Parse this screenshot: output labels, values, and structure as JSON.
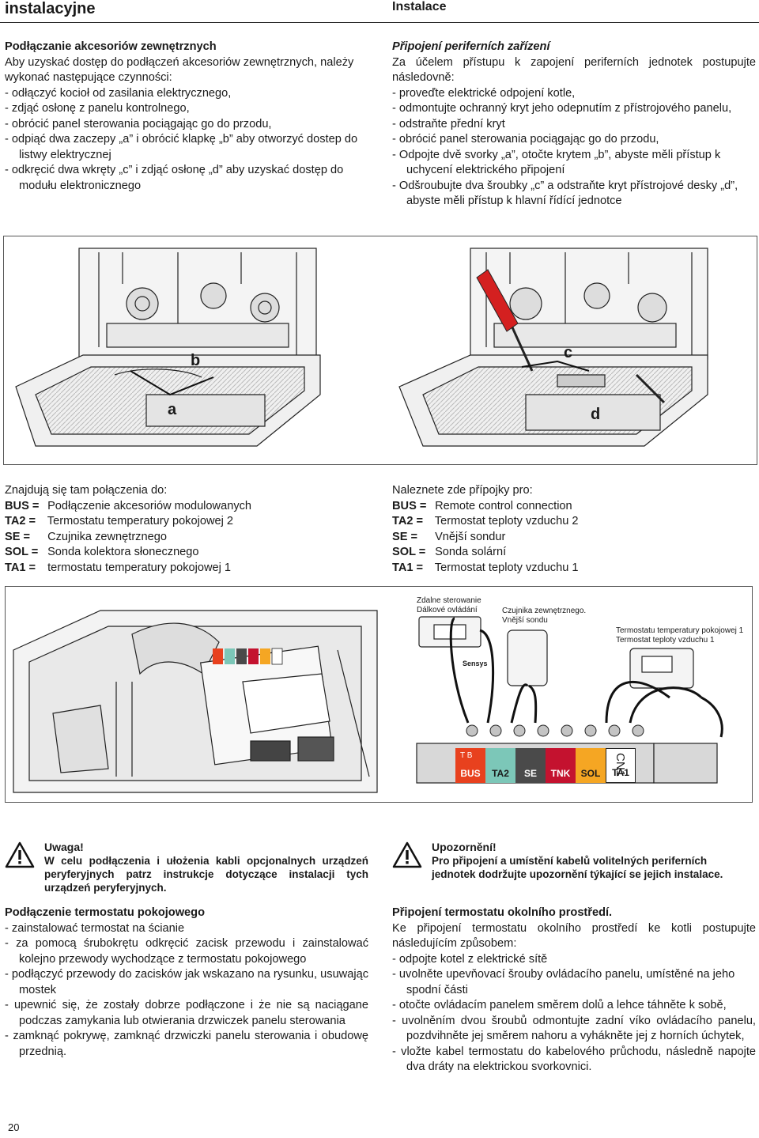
{
  "header": {
    "left": "instalacyjne",
    "right": "Instalace"
  },
  "pl_access": {
    "title": "Podłączanie akcesoriów zewnętrznych",
    "intro": "Aby uzyskać dostęp do podłączeń akcesoriów zewnętrznych, należy wykonać następujące czynności:",
    "steps": [
      "-  odłączyć kocioł od zasilania elektrycznego,",
      "-  zdjąć osłonę z panelu kontrolnego,",
      "-  obrócić panel sterowania pociągając go do przodu,",
      "-  odpiąć dwa zaczepy „a” i obrócić klapkę „b” aby otworzyć dostep do listwy elektrycznej",
      "-  odkręcić dwa wkręty „c” i zdjąć osłonę „d” aby uzyskać dostęp do modułu elektronicznego"
    ]
  },
  "cz_access": {
    "title": "Připojení periferních zařízení",
    "intro": "Za účelem přístupu k zapojení periferních jednotek postupujte následovně:",
    "steps": [
      "-  proveďte elektrické odpojení kotle,",
      "-  odmontujte ochranný kryt jeho odepnutím z přístrojového panelu,",
      "-  odstraňte přední kryt",
      "-  obrócić panel sterowania pociągając go do przodu,",
      "-  Odpojte dvě svorky „a”, otočte krytem „b”, abyste měli přístup k uchycení elektrického připojení",
      "-  Odšroubujte dva šroubky „c” a odstraňte kryt přístrojové desky „d”, abyste měli přístup k hlavní řídící jednotce"
    ]
  },
  "fig1": {
    "label_a": "a",
    "label_b": "b",
    "label_c": "c",
    "label_d": "d"
  },
  "pl_conn": {
    "title": "Znajdują się tam połączenia do:",
    "rows": [
      {
        "k": "BUS =",
        "v": "Podłączenie akcesoriów modulowanych"
      },
      {
        "k": "TA2 =",
        "v": "Termostatu temperatury pokojowej 2"
      },
      {
        "k": "SE   =",
        "v": "Czujnika zewnętrznego"
      },
      {
        "k": "SOL =",
        "v": "Sonda kolektora słonecznego"
      },
      {
        "k": "TA1 =",
        "v": "termostatu temperatury pokojowej 1"
      }
    ]
  },
  "cz_conn": {
    "title": "Naleznete zde přípojky pro:",
    "rows": [
      {
        "k": "BUS =",
        "v": "Remote control connection"
      },
      {
        "k": "TA2 =",
        "v": "Termostat teploty vzduchu 2"
      },
      {
        "k": "SE =",
        "v": "Vnější sondur"
      },
      {
        "k": "SOL =",
        "v": "Sonda solární"
      },
      {
        "k": "TA1 =",
        "v": "Termostat teploty vzduchu 1"
      }
    ]
  },
  "fig2": {
    "remote_pl": "Zdalne sterowanie",
    "remote_cz": "Dálkové ovládání",
    "sensor_pl": "Czujnika zewnętrznego.",
    "sensor_cz": "Vnější sondu",
    "thermo_pl": "Termostatu temperatury pokojowej 1",
    "thermo_cz": "Termostat teploty vzduchu 1",
    "brand": "Sensys",
    "tb": "T   B",
    "connector": "CN1",
    "terminals": [
      {
        "label": "BUS",
        "color": "#e8411e",
        "text": "#fff"
      },
      {
        "label": "TA2",
        "color": "#7cc7b8",
        "text": "#1a1a1a"
      },
      {
        "label": "SE",
        "color": "#4a4a4a",
        "text": "#fff"
      },
      {
        "label": "TNK",
        "color": "#c4122f",
        "text": "#fff"
      },
      {
        "label": "SOL",
        "color": "#f5a623",
        "text": "#1a1a1a"
      },
      {
        "label": "TA1",
        "color": "#ffffff",
        "text": "#1a1a1a"
      }
    ]
  },
  "warn_pl": {
    "title": "Uwaga!",
    "body": "W celu podłączenia i ułożenia kabli opcjonalnych urządzeń peryferyjnych patrz instrukcje dotyczące instalacji tych urządzeń peryferyjnych."
  },
  "warn_cz": {
    "title": "Upozornění!",
    "body": "Pro připojení a umístění kabelů volitelných periferních jednotek dodržujte upozornění týkající se jejich instalace."
  },
  "pl_thermo": {
    "title": "Podłączenie termostatu pokojowego",
    "steps": [
      "-  zainstalować termostat na ścianie",
      "-  za pomocą śrubokrętu odkręcić zacisk przewodu i zainstalować kolejno przewody wychodzące z termostatu pokojowego",
      "-  podłączyć przewody do zacisków jak wskazano na rysunku, usuwając mostek",
      "-  upewnić się, że zostały dobrze podłączone i że nie są naciągane podczas zamykania lub otwierania drzwiczek panelu sterowania",
      "-  zamknąć pokrywę, zamknąć drzwiczki panelu sterowania i obudowę przednią."
    ]
  },
  "cz_thermo": {
    "title": "Připojení termostatu okolního prostředí.",
    "intro": "Ke připojení termostatu okolního prostředí ke kotli postupujte následujícím způsobem:",
    "steps": [
      "-  odpojte kotel z elektrické sítě",
      "-  uvolněte upevňovací šrouby ovládacího panelu, umístěné na jeho spodní části",
      "-  otočte ovládacím panelem směrem dolů a lehce táhněte k sobě,",
      "-  uvolněním dvou šroubů odmontujte zadní víko ovládacího panelu, pozdvihněte jej směrem nahoru a vyhákněte jej z horních úchytek,",
      "-  vložte kabel termostatu do kabelového průchodu, následně napojte dva dráty na elektrickou svorkovnici."
    ]
  },
  "page_number": "20"
}
